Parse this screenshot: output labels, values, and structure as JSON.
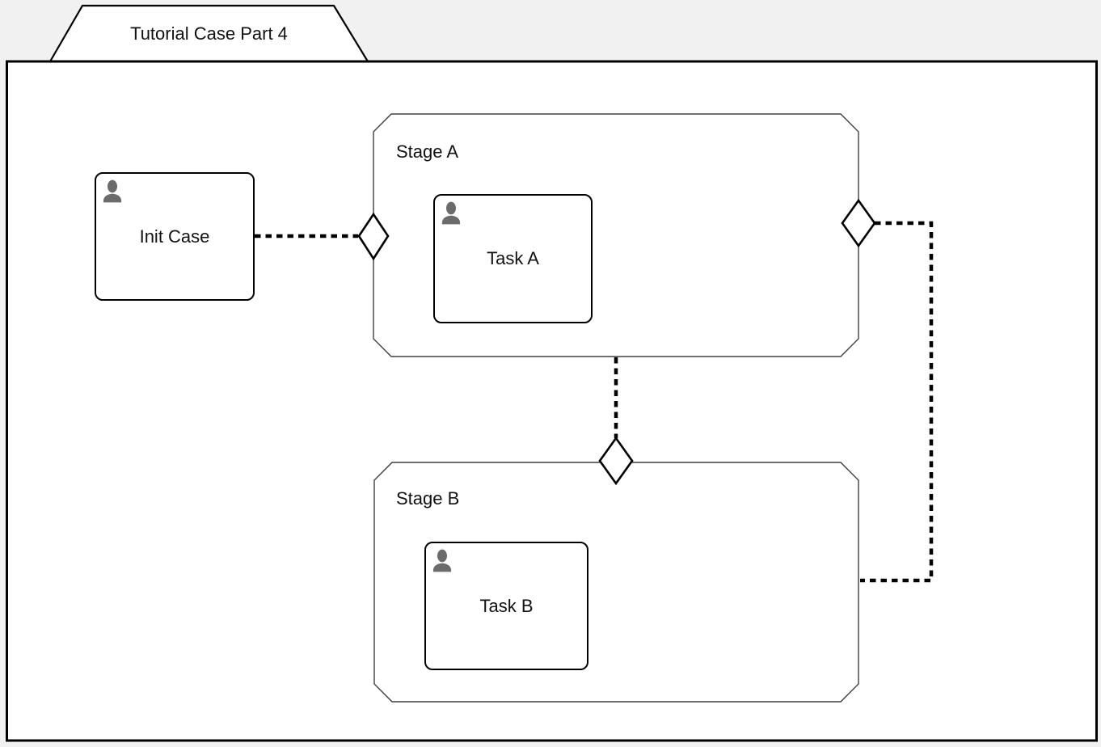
{
  "case": {
    "title": "Tutorial Case Part 4"
  },
  "stages": [
    {
      "label": "Stage A"
    },
    {
      "label": "Stage B"
    }
  ],
  "tasks": [
    {
      "label": "Init Case",
      "icon": "person-icon"
    },
    {
      "label": "Task A",
      "icon": "person-icon"
    },
    {
      "label": "Task B",
      "icon": "person-icon"
    }
  ],
  "sentries": [
    {
      "name": "stage-a-entry-sentry",
      "shape": "diamond"
    },
    {
      "name": "stage-a-exit-sentry",
      "shape": "diamond"
    },
    {
      "name": "stage-b-entry-sentry",
      "shape": "diamond"
    }
  ],
  "colors": {
    "background": "#f0f1f0",
    "surface": "#ffffff",
    "line": "#000000",
    "stage_border": "#3f3f3f",
    "icon_gray": "#6b6b6b"
  }
}
